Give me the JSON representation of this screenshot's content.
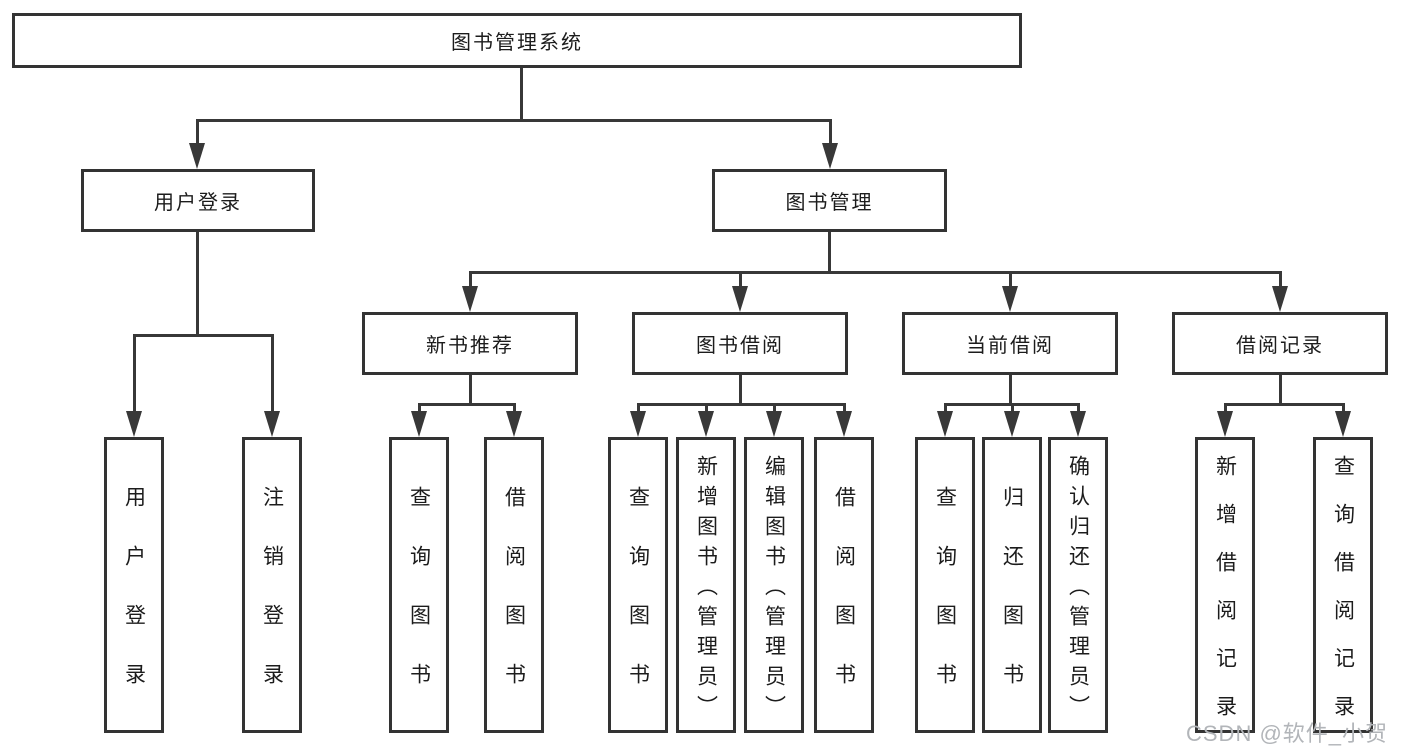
{
  "tree": {
    "label": "图书管理系统",
    "children": [
      {
        "label": "用户登录",
        "children": [
          {
            "label": "用户登录"
          },
          {
            "label": "注销登录"
          }
        ]
      },
      {
        "label": "图书管理",
        "children": [
          {
            "label": "新书推荐",
            "children": [
              {
                "label": "查询图书"
              },
              {
                "label": "借阅图书"
              }
            ]
          },
          {
            "label": "图书借阅",
            "children": [
              {
                "label": "查询图书"
              },
              {
                "label": "新增图书（管理员）"
              },
              {
                "label": "编辑图书（管理员）"
              },
              {
                "label": "借阅图书"
              }
            ]
          },
          {
            "label": "当前借阅",
            "children": [
              {
                "label": "查询图书"
              },
              {
                "label": "归还图书"
              },
              {
                "label": "确认归还（管理员）"
              }
            ]
          },
          {
            "label": "借阅记录",
            "children": [
              {
                "label": "新增借阅记录"
              },
              {
                "label": "查询借阅记录"
              }
            ]
          }
        ]
      }
    ]
  },
  "watermark": {
    "text": "CSDN @软件_小贺同学"
  },
  "colors": {
    "line": "#383838",
    "box_border": "#333333",
    "text": "#1c1c1c",
    "watermark": "#b2b5b9",
    "background": "#ffffff"
  }
}
